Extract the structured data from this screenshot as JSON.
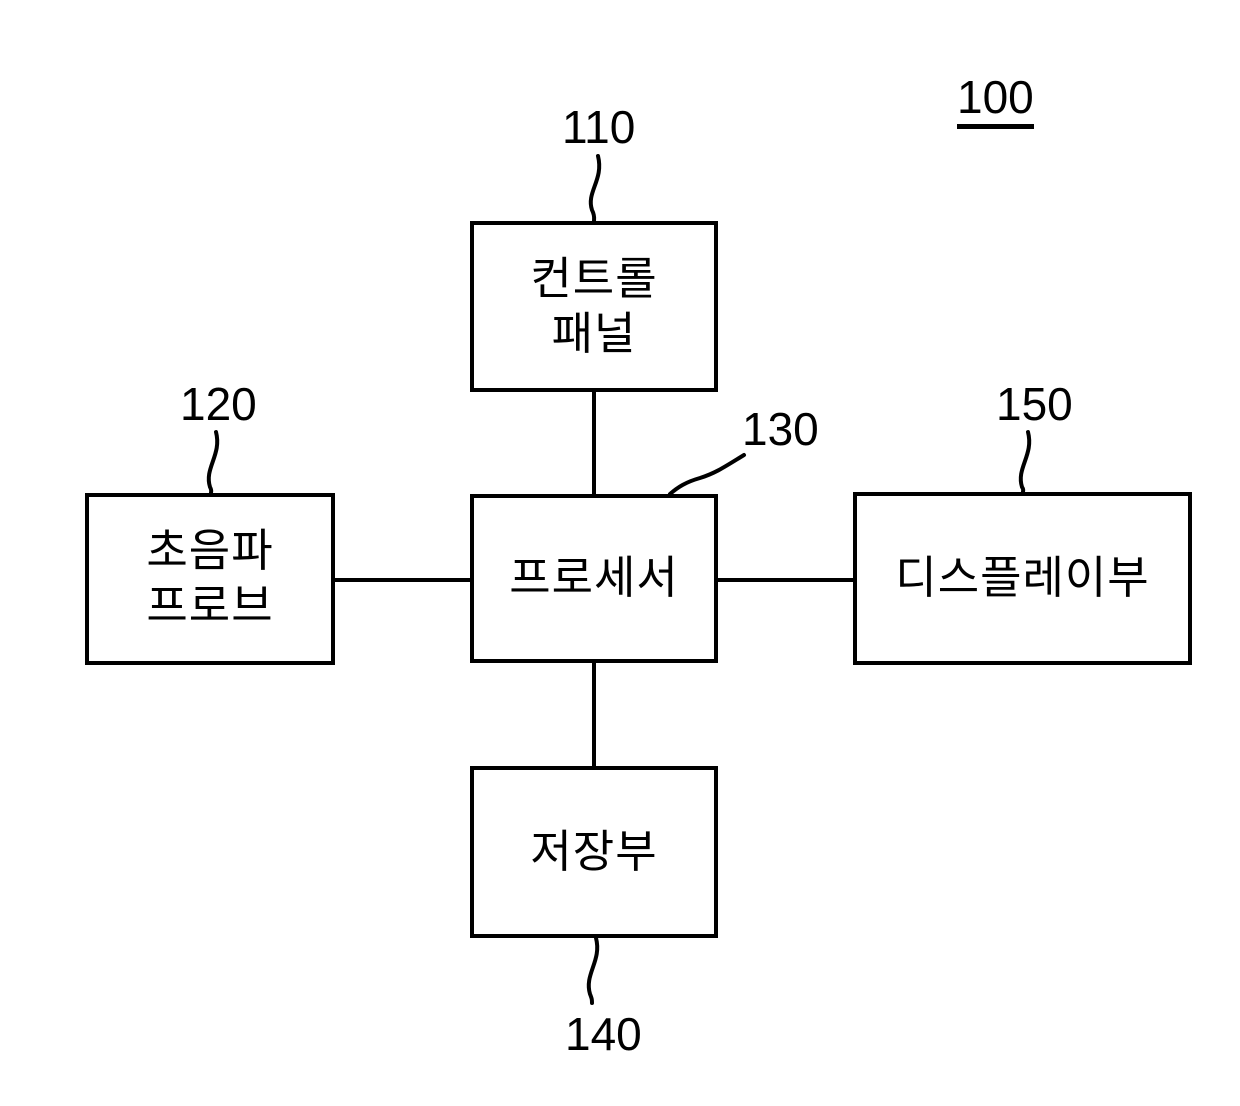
{
  "figure": {
    "system_reference": "100",
    "blocks": [
      {
        "id": "control-panel",
        "label": "컨트롤\n패널",
        "reference": "110"
      },
      {
        "id": "probe",
        "label": "초음파\n프로브",
        "reference": "120"
      },
      {
        "id": "processor",
        "label": "프로세서",
        "reference": "130"
      },
      {
        "id": "storage",
        "label": "저장부",
        "reference": "140"
      },
      {
        "id": "display",
        "label": "디스플레이부",
        "reference": "150"
      }
    ],
    "connections": [
      {
        "from": "control-panel",
        "to": "processor",
        "orientation": "vertical"
      },
      {
        "from": "probe",
        "to": "processor",
        "orientation": "horizontal"
      },
      {
        "from": "processor",
        "to": "display",
        "orientation": "horizontal"
      },
      {
        "from": "processor",
        "to": "storage",
        "orientation": "vertical"
      }
    ],
    "colors": {
      "stroke": "#000000",
      "background": "#ffffff",
      "text": "#000000"
    }
  }
}
